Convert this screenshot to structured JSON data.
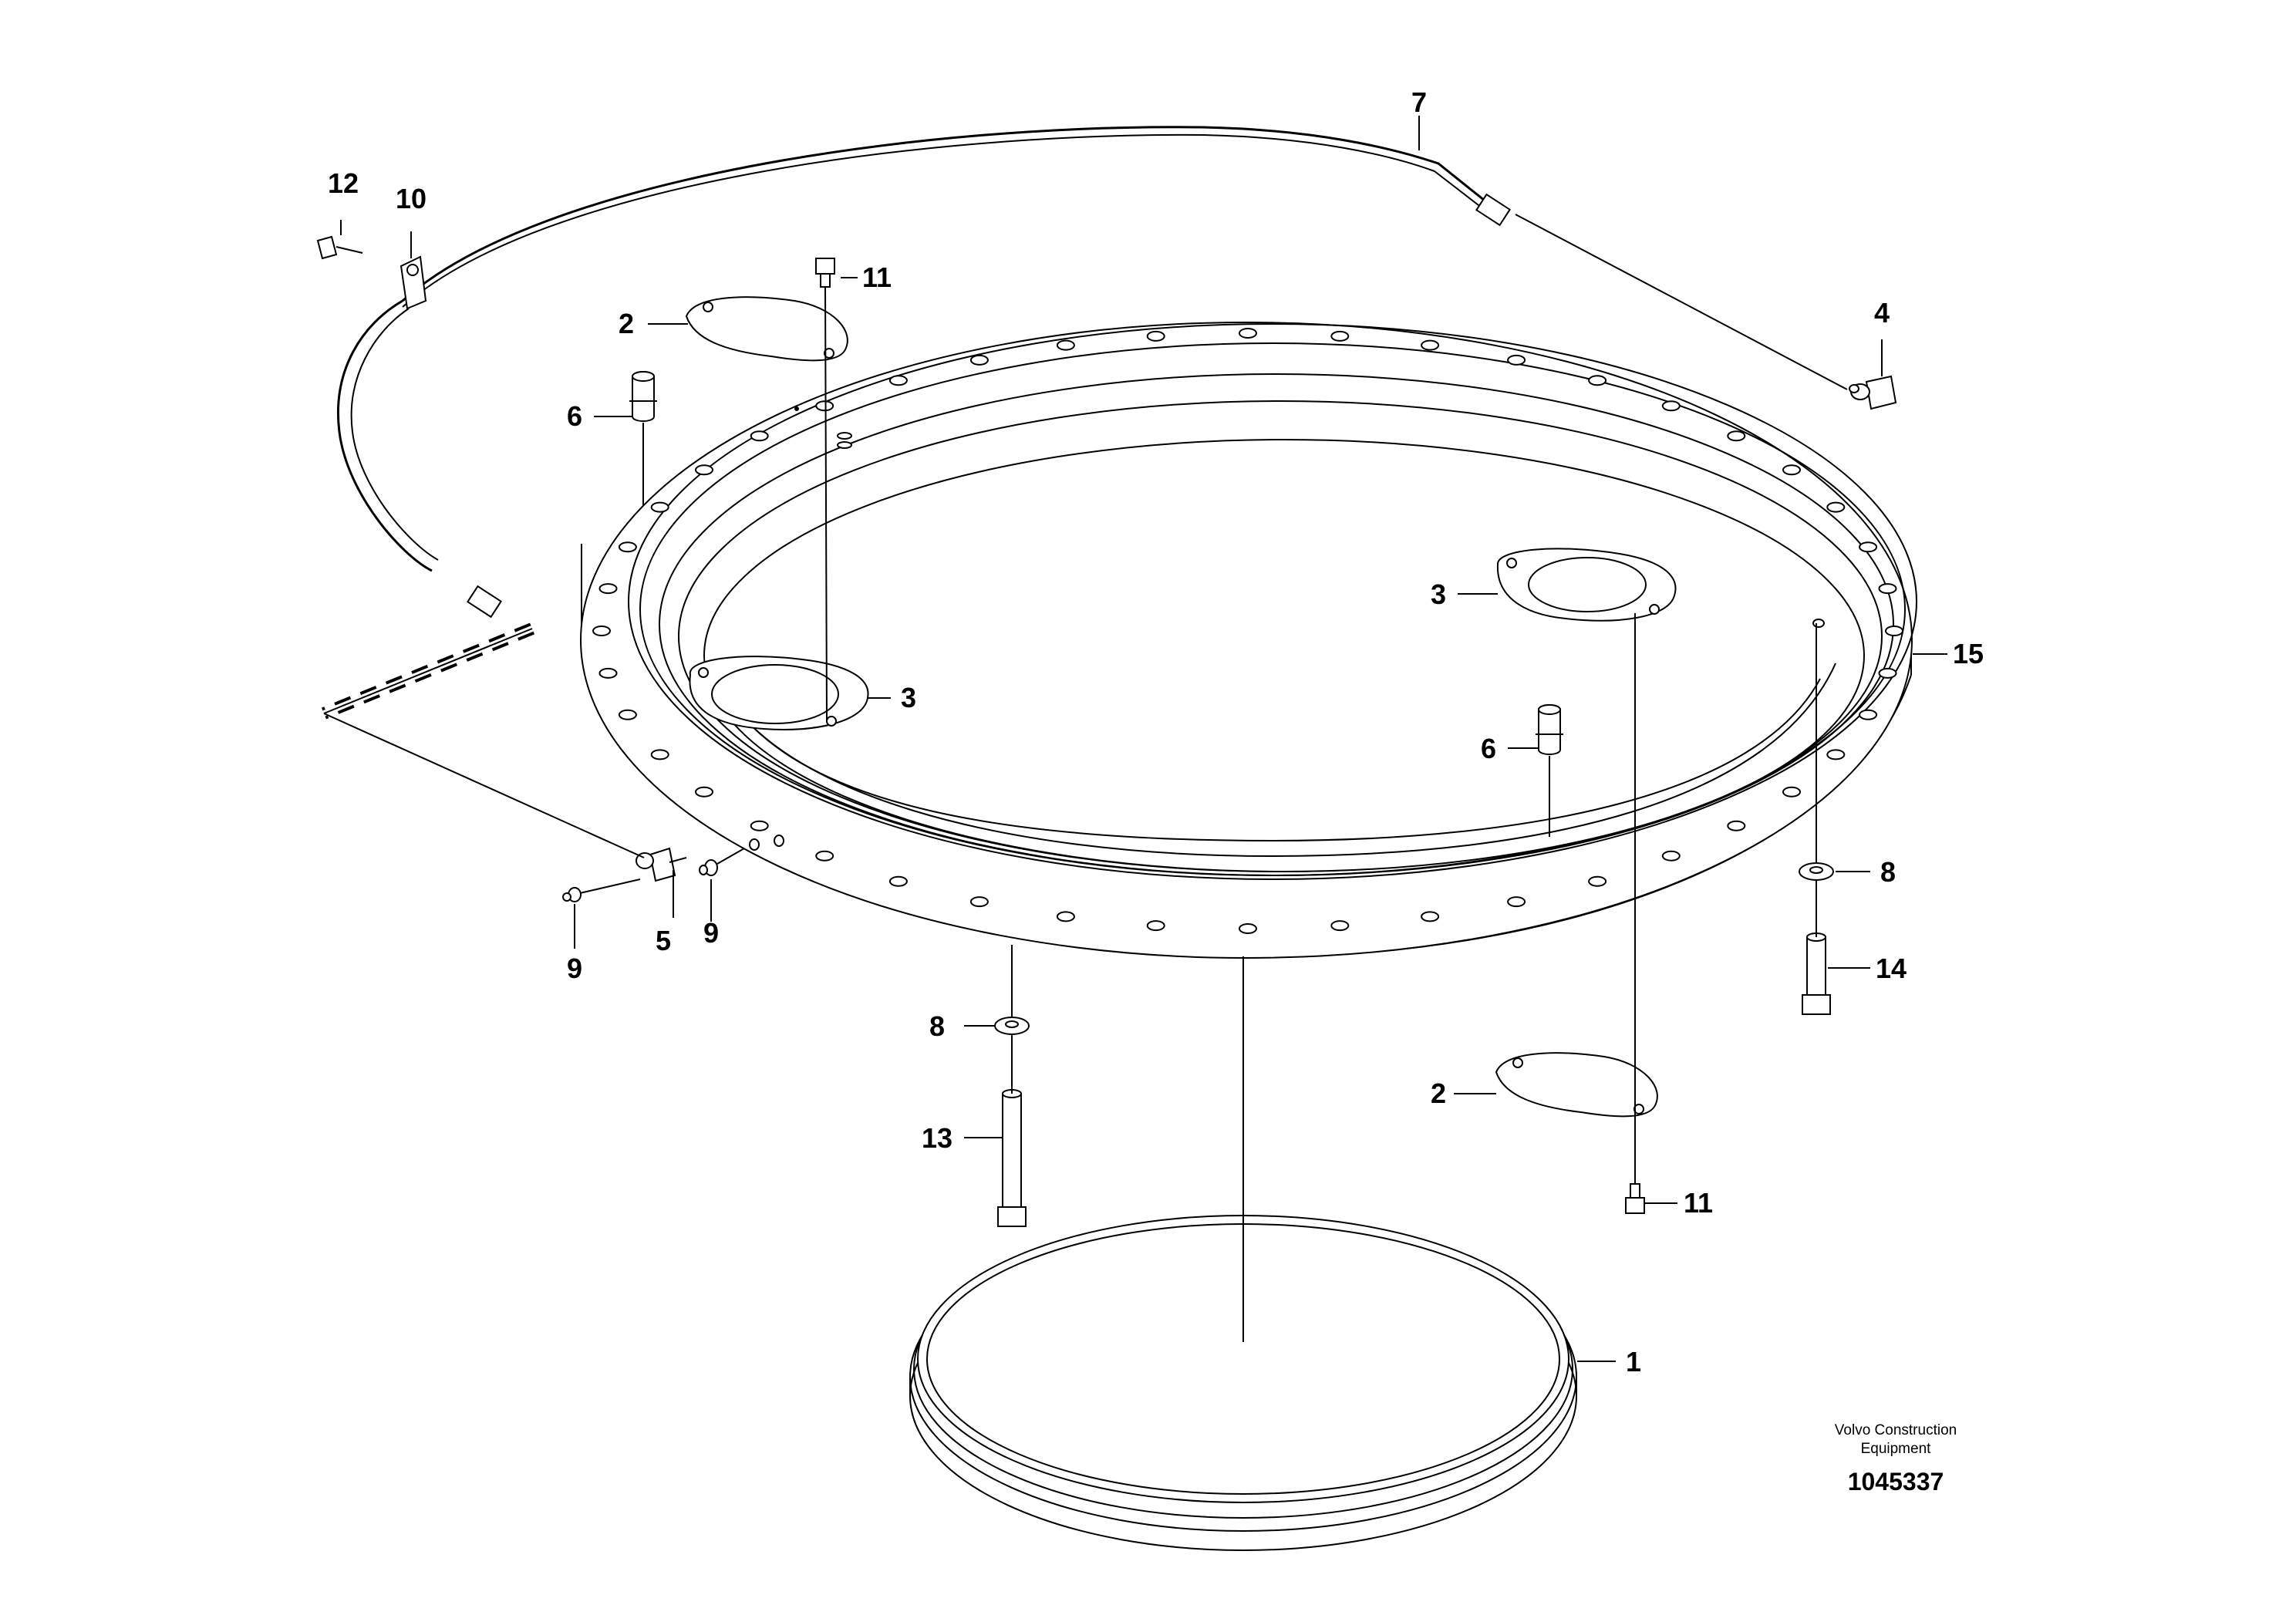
{
  "callouts": {
    "c1": "1",
    "c2a": "2",
    "c2b": "2",
    "c3a": "3",
    "c3b": "3",
    "c4": "4",
    "c5": "5",
    "c6a": "6",
    "c6b": "6",
    "c7": "7",
    "c8a": "8",
    "c8b": "8",
    "c9a": "9",
    "c9b": "9",
    "c10": "10",
    "c11a": "11",
    "c11b": "11",
    "c12": "12",
    "c13": "13",
    "c14": "14",
    "c15": "15"
  },
  "footer": {
    "brand_line1": "Volvo Construction",
    "brand_line2": "Equipment",
    "doc_number": "1045337"
  }
}
